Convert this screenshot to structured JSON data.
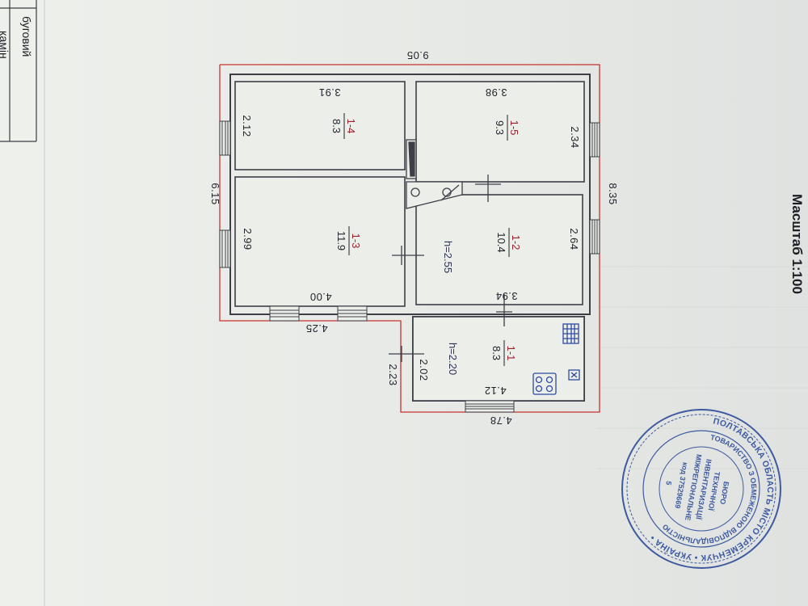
{
  "scale_label": "Масштаб 1:100",
  "corner_table": {
    "row1": "буговий",
    "row2": "камін"
  },
  "outer_dims": {
    "top": "9.05",
    "left": "6.15",
    "right": "8.35",
    "bottom_left": "4.25",
    "bottom_right": "4.78",
    "porch_left": "2.23"
  },
  "rooms": [
    {
      "id": "1-4",
      "area": "8.3",
      "dim_a": "3.91",
      "dim_b": "2.12"
    },
    {
      "id": "1-5",
      "area": "9.3",
      "dim_a": "3.98",
      "dim_b": "2.34"
    },
    {
      "id": "1-3",
      "area": "11.9",
      "dim_a": "4.00",
      "dim_b": "2.99"
    },
    {
      "id": "1-2",
      "area": "10.4",
      "dim_a": "3.94",
      "dim_b": "2.64",
      "height": "h=2.55"
    },
    {
      "id": "1-1",
      "area": "8.3",
      "dim_a": "4.12",
      "dim_b": "2.02",
      "height": "h=2.20"
    }
  ],
  "stamp": {
    "outer_text": "ПОЛТАВСЬКА ОБЛАСТЬ МІСТО КРЕМЕНЧУК • УКРАЇНА •",
    "middle_text": "ТОВАРИСТВО З ОБМЕЖЕНОЮ ВІДПОВІДАЛЬНІСТЮ",
    "code_text": "код 37529669",
    "line1": "БЮРО",
    "line2": "ТЕХНІЧНОЇ",
    "line3": "ІНВЕНТАРИЗАЦІЇ",
    "line4": "МІЖРЕГІОНАЛЬНЕ",
    "number": "5"
  },
  "colors": {
    "outline_red": "#c8322f",
    "wall": "#3c3f46",
    "stamp_blue": "#3d5aa0"
  }
}
